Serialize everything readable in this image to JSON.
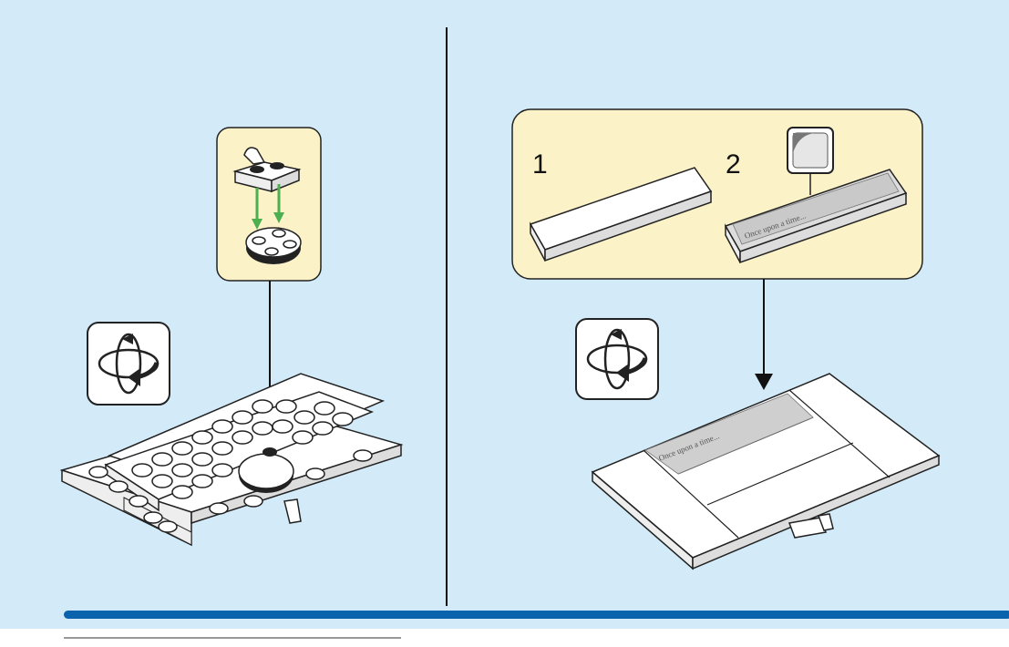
{
  "page": {
    "background": "#d3ebf8",
    "callout_background": "#fbf2c8",
    "accent_bar_color": "#0b63ad",
    "arrow_color": "#4caf50"
  },
  "left_step": {
    "rotate_icon": "rotate-model-icon",
    "callout_icon": "attach-plate-to-round-brick-icon"
  },
  "right_step": {
    "rotate_icon": "rotate-model-icon",
    "callout": {
      "sub_step_1": "1",
      "sub_step_2": "2",
      "sticker_icon": "sticker-peel-icon",
      "sticker_text": "Once upon a time..."
    },
    "model_sticker_text": "Once upon a time..."
  }
}
